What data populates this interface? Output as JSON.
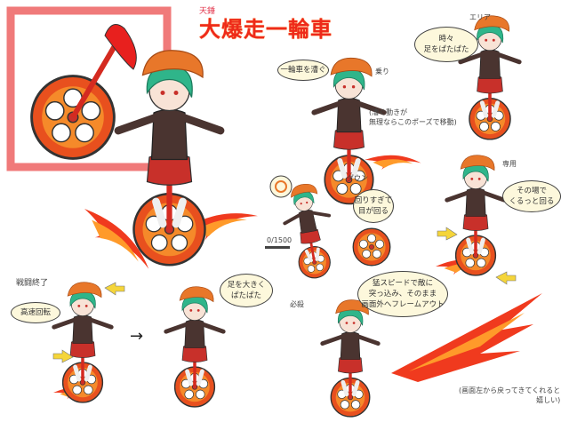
{
  "title": {
    "small": "天錘",
    "main": "大爆走一輪車"
  },
  "labels": {
    "ride": "乗り",
    "area": "エリア",
    "down": "ダウン",
    "exclusive": "専用",
    "battle_end": "戦闘終了",
    "special": "必殺",
    "note_ride": "(漕ぐ動きが\n無理ならこのポーズで移動)",
    "note_return": "(画面左から戻ってきてくれると\n嬉しい)",
    "counter": "0/1500",
    "arrow": "→"
  },
  "bubbles": {
    "pedal": "一輪車を漕ぐ",
    "area": "時々\n足をぱたぱた",
    "down": "回りすぎて\n目が回る",
    "exclusive": "その場で\nくるっと回る",
    "battle_end": "高速回転",
    "kick": "足を大きく\nぱたぱた",
    "special": "猛スピードで敵に\n突っ込み、そのまま\n画面外へフレームアウト"
  },
  "colors": {
    "hair": "#2fb58a",
    "hat": "#e8772a",
    "shirt": "#4a3430",
    "shorts": "#c8302a",
    "wheel": "#e8501e",
    "frame": "#f07a7a",
    "bubble": "#fdf8dc"
  }
}
